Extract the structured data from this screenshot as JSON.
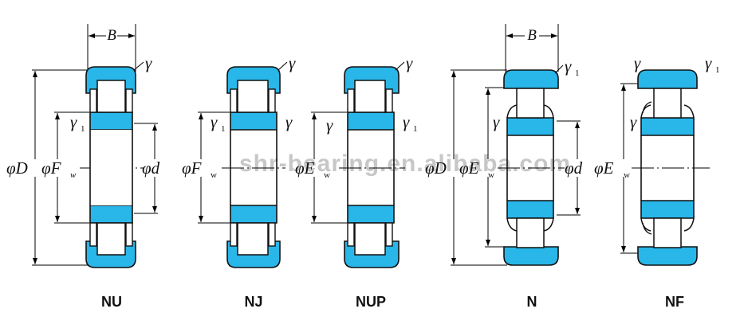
{
  "diagram": {
    "title": "Cylindrical roller bearing types cross-sections",
    "watermark": "shr-bearing.en.alibaba.com",
    "colors": {
      "ring_fill": "#29b6e8",
      "ring_fill_light": "#7fd6f2",
      "outline": "#111111",
      "roller_fill": "#ffffff",
      "dimension_line": "#000000",
      "watermark": "#9a9a9a"
    },
    "symbols": {
      "phi_D": "φD",
      "phi_d": "φd",
      "phi_Fw": "φF",
      "phi_Ew": "φE",
      "sub_w": "w",
      "B": "B",
      "r": "γ",
      "r1": "γ",
      "sub_1": "1"
    },
    "bearings": [
      {
        "id": "nu",
        "name": "NU",
        "left_dims": [
          "φD",
          "φF"
        ],
        "right_dims": [
          "φd"
        ],
        "top_dim": "B",
        "radii": [
          "γ",
          "γ"
        ]
      },
      {
        "id": "nj",
        "name": "NJ",
        "left_dims": [
          "φF"
        ],
        "right_dims": [],
        "top_dim": "",
        "radii": [
          "γ",
          "γ"
        ]
      },
      {
        "id": "nup",
        "name": "NUP",
        "left_dims": [
          "φE"
        ],
        "right_dims": [],
        "top_dim": "",
        "radii": [
          "γ",
          "γ"
        ]
      },
      {
        "id": "n",
        "name": "N",
        "left_dims": [
          "φD",
          "φE"
        ],
        "right_dims": [
          "φd"
        ],
        "top_dim": "B",
        "radii": [
          "γ",
          "γ"
        ]
      },
      {
        "id": "nf",
        "name": "NF",
        "left_dims": [
          "φE"
        ],
        "right_dims": [],
        "top_dim": "",
        "radii": [
          "γ",
          "γ"
        ]
      }
    ],
    "labels": {
      "nu_name": "NU",
      "nj_name": "NJ",
      "nup_name": "NUP",
      "n_name": "N",
      "nf_name": "NF",
      "phiD_1": "φD",
      "phiFw_1": "φF",
      "phid_1": "φd",
      "phiFw_2": "φF",
      "phiEw_1": "φE",
      "phiD_2": "φD",
      "phiEw_2": "φE",
      "phid_2": "φd",
      "phiEw_3": "φE",
      "B_1": "B",
      "B_2": "B",
      "w1": "w",
      "w2": "w",
      "w3": "w",
      "w4": "w",
      "w5": "w",
      "r_nu_top": "γ",
      "r_nu_mid": "γ",
      "r_nu_mid_sub": "1",
      "r_nj_top": "γ",
      "r_nj_mid": "γ",
      "r_nj_mid_sub": "1",
      "r_nup_top": "γ",
      "r_nup_right": "γ",
      "r_nup_right_sub": "1",
      "r_nup_left": "γ",
      "r_n_top": "γ",
      "r_n_top_sub": "1",
      "r_n_mid": "γ",
      "r_nf_left": "γ",
      "r_nf_right": "γ",
      "r_nf_right_sub": "1",
      "r_nf_mid": "γ"
    }
  }
}
